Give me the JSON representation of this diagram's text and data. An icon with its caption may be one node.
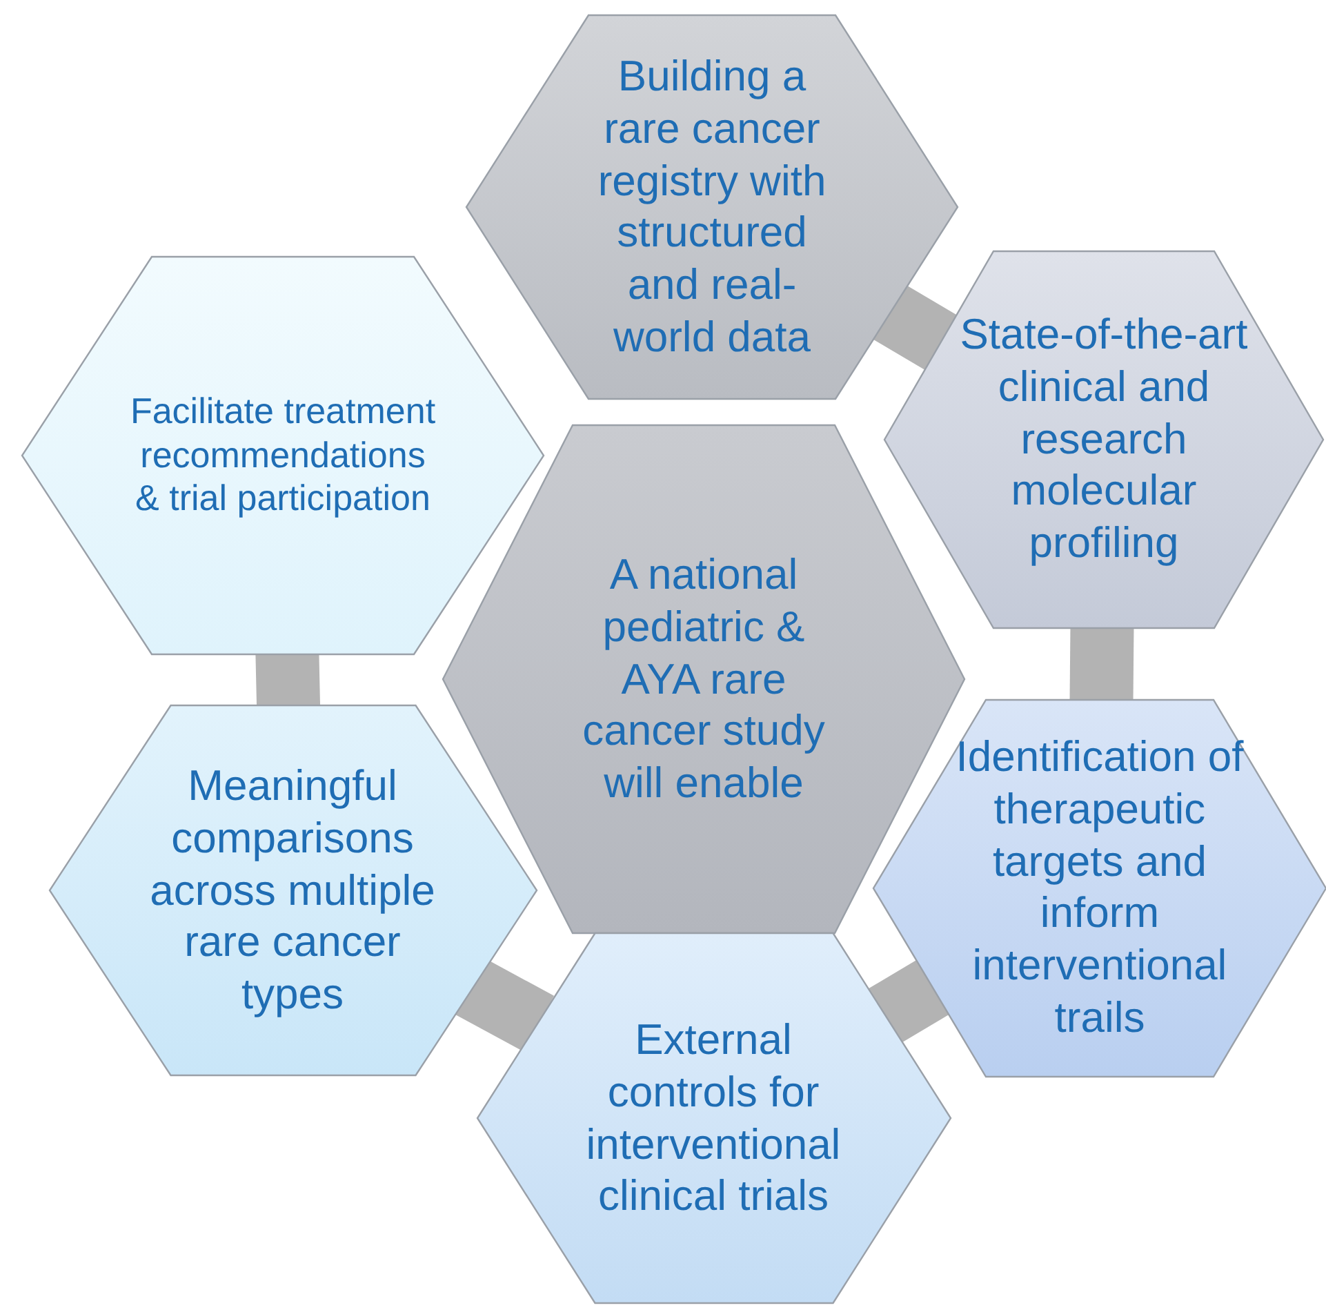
{
  "diagram": {
    "nodes": [
      {
        "text": [
          "Building a rare cancer registry with structured and real-world data"
        ]
      },
      {
        "text": [
          "Facilitate treatment recommendations & trial participation"
        ]
      },
      {
        "text": [
          "State-of-the-art clinical and research molecular profiling"
        ]
      },
      {
        "text": [
          "A national pediatric & AYA rare cancer study will enable"
        ]
      },
      {
        "text": [
          "Meaningful comparisons across multiple rare cancer types"
        ]
      },
      {
        "text": [
          "Identification of therapeutic targets and inform interventional trails"
        ]
      },
      {
        "text": [
          "External controls for interventional clinical trials"
        ]
      }
    ],
    "edges": [
      {
        "from": 0,
        "to": 2,
        "arrow": "none"
      },
      {
        "from": 2,
        "to": 5,
        "arrow": "none"
      },
      {
        "from": 5,
        "to": 6,
        "arrow": "none"
      },
      {
        "from": 6,
        "to": 4,
        "arrow": "none"
      },
      {
        "from": 4,
        "to": 1,
        "arrow": "none"
      }
    ]
  }
}
